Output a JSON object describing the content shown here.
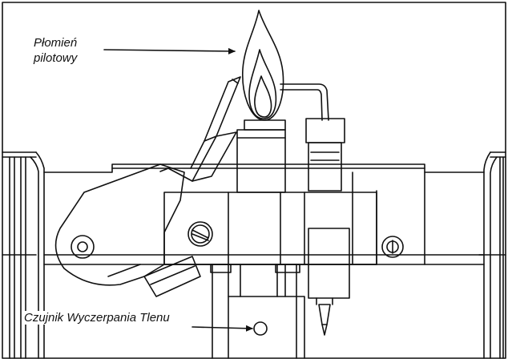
{
  "labels": {
    "pilot_flame_line1": "Płomień",
    "pilot_flame_line2": "pilotowy",
    "oxygen_sensor": "Czujnik Wyczerpania Tlenu"
  },
  "colors": {
    "ink": "#111111",
    "background": "#ffffff"
  }
}
